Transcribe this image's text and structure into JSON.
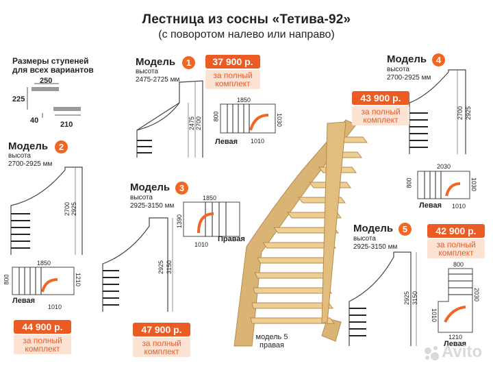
{
  "header": {
    "title": "Лестница из сосны «Тетива-92»",
    "subtitle": "(с поворотом налево или направо)"
  },
  "steps_info": {
    "title_line1": "Размеры ступеней",
    "title_line2": "для всех вариантов",
    "dims": [
      "250",
      "225",
      "40",
      "210"
    ]
  },
  "model_word": "Модель",
  "height_word": "высота",
  "full_set_line1": "за полный",
  "full_set_line2": "комплект",
  "models": [
    {
      "num": "1",
      "height": "2475-2725 мм",
      "price": "37 900 р.",
      "side": "Левая",
      "plan": [
        "1850",
        "800",
        "1010",
        "1030"
      ],
      "elev": [
        "2475",
        "2700"
      ]
    },
    {
      "num": "2",
      "height": "2700-2925 мм",
      "price": "44 900 р.",
      "side": "Левая",
      "plan": [
        "1850",
        "800",
        "1010",
        "1210"
      ],
      "elev": [
        "2700",
        "2925"
      ]
    },
    {
      "num": "3",
      "height": "2925-3150 мм",
      "price": "47 900 р.",
      "side": "Правая",
      "plan": [
        "1850",
        "1390",
        "1010"
      ],
      "elev": [
        "2925",
        "3150"
      ]
    },
    {
      "num": "4",
      "height": "2700-2925 мм",
      "price": "43 900 р.",
      "side": "Левая",
      "plan": [
        "2030",
        "800",
        "1010",
        "1030"
      ],
      "elev": [
        "2700",
        "2925"
      ]
    },
    {
      "num": "5",
      "height": "2925-3150 мм",
      "price": "42 900 р.",
      "side": "Левая",
      "plan": [
        "800",
        "2030",
        "1010",
        "1210"
      ],
      "elev": [
        "2925",
        "3150"
      ]
    }
  ],
  "photo_caption": {
    "line1": "модель 5",
    "line2": "правая"
  },
  "watermark": "Avito",
  "colors": {
    "accent": "#ec5b24",
    "accent_light": "#fde3d4",
    "wood": "#e8c88a",
    "wood_dark": "#c79a52",
    "line": "#555555"
  }
}
